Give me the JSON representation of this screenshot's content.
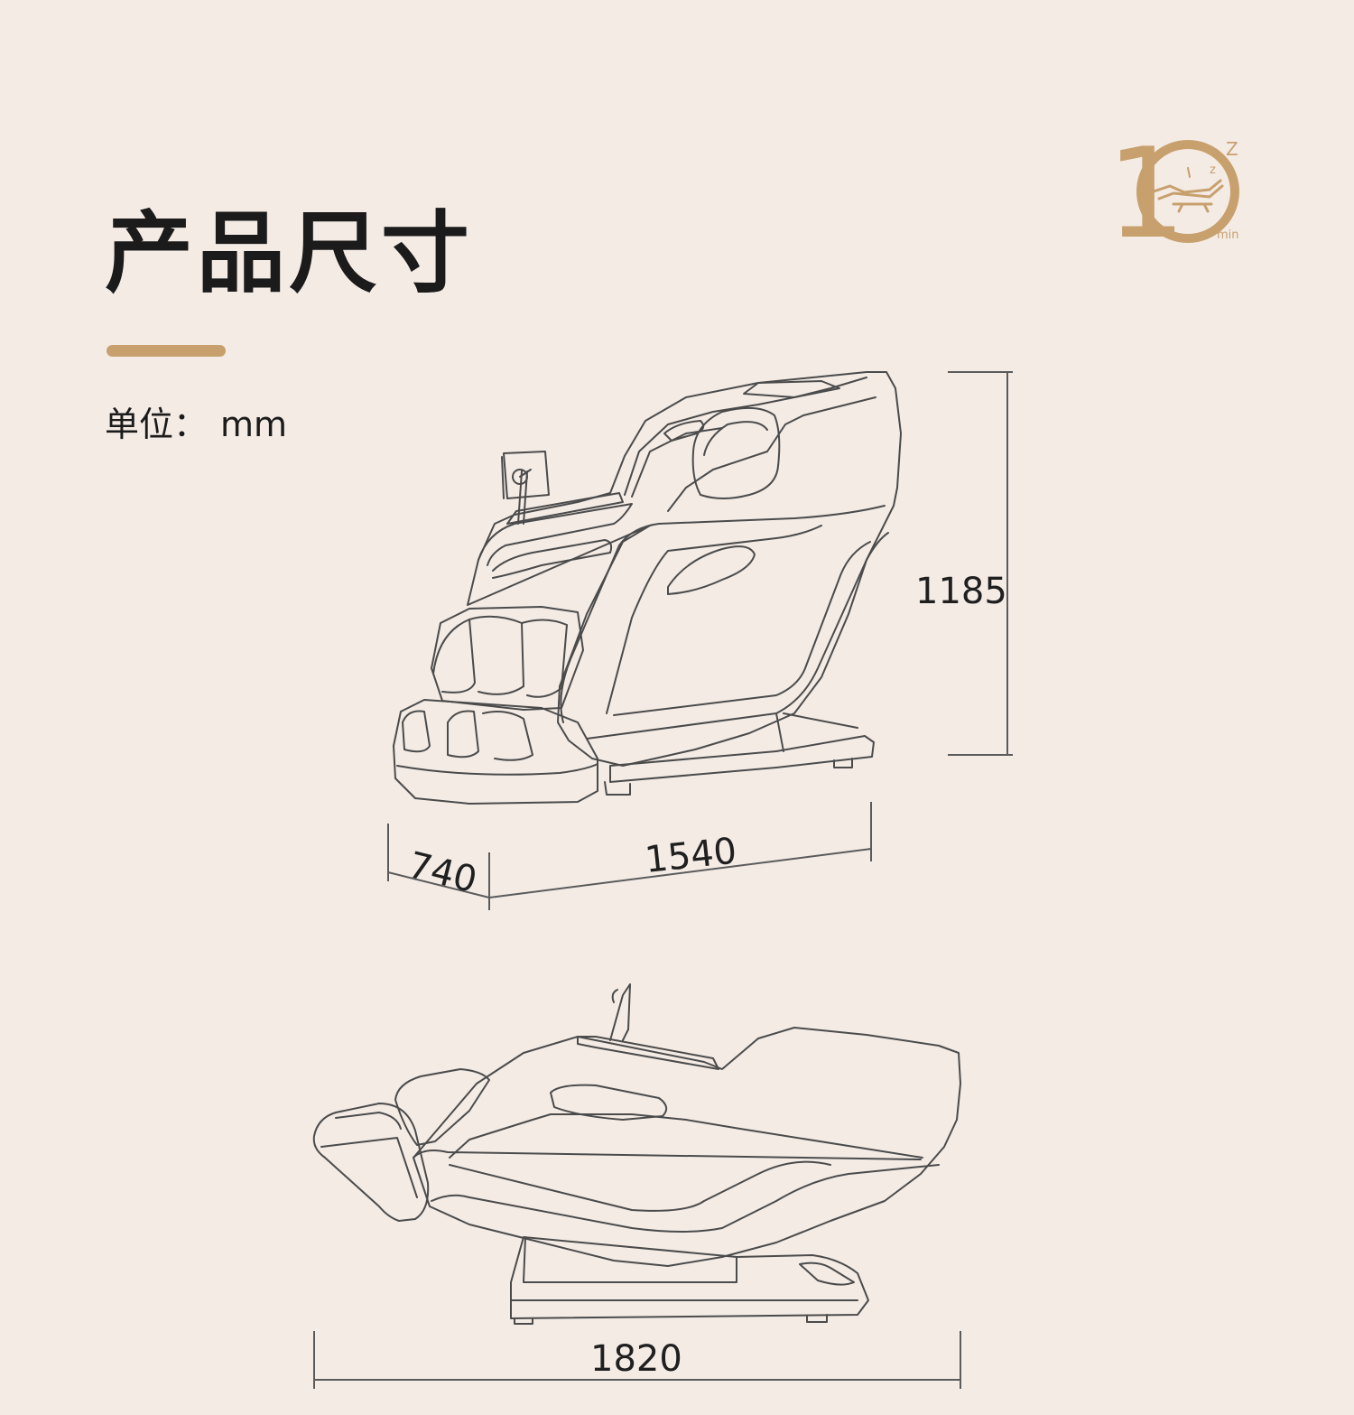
{
  "page": {
    "title": "产品尺寸",
    "unit_label": "单位",
    "unit_colon": "：",
    "unit_value": "mm",
    "accent_color": "#c7a06e",
    "background_color": "#f4ebe5"
  },
  "logo": {
    "text_one": "1",
    "text_min": "min",
    "text_z_large": "Z",
    "text_z_small": "z",
    "icon": "reclined-chair-icon"
  },
  "dimensions": {
    "upright": {
      "height": "1185",
      "width": "740",
      "depth": "1540"
    },
    "reclined": {
      "length": "1820"
    }
  }
}
